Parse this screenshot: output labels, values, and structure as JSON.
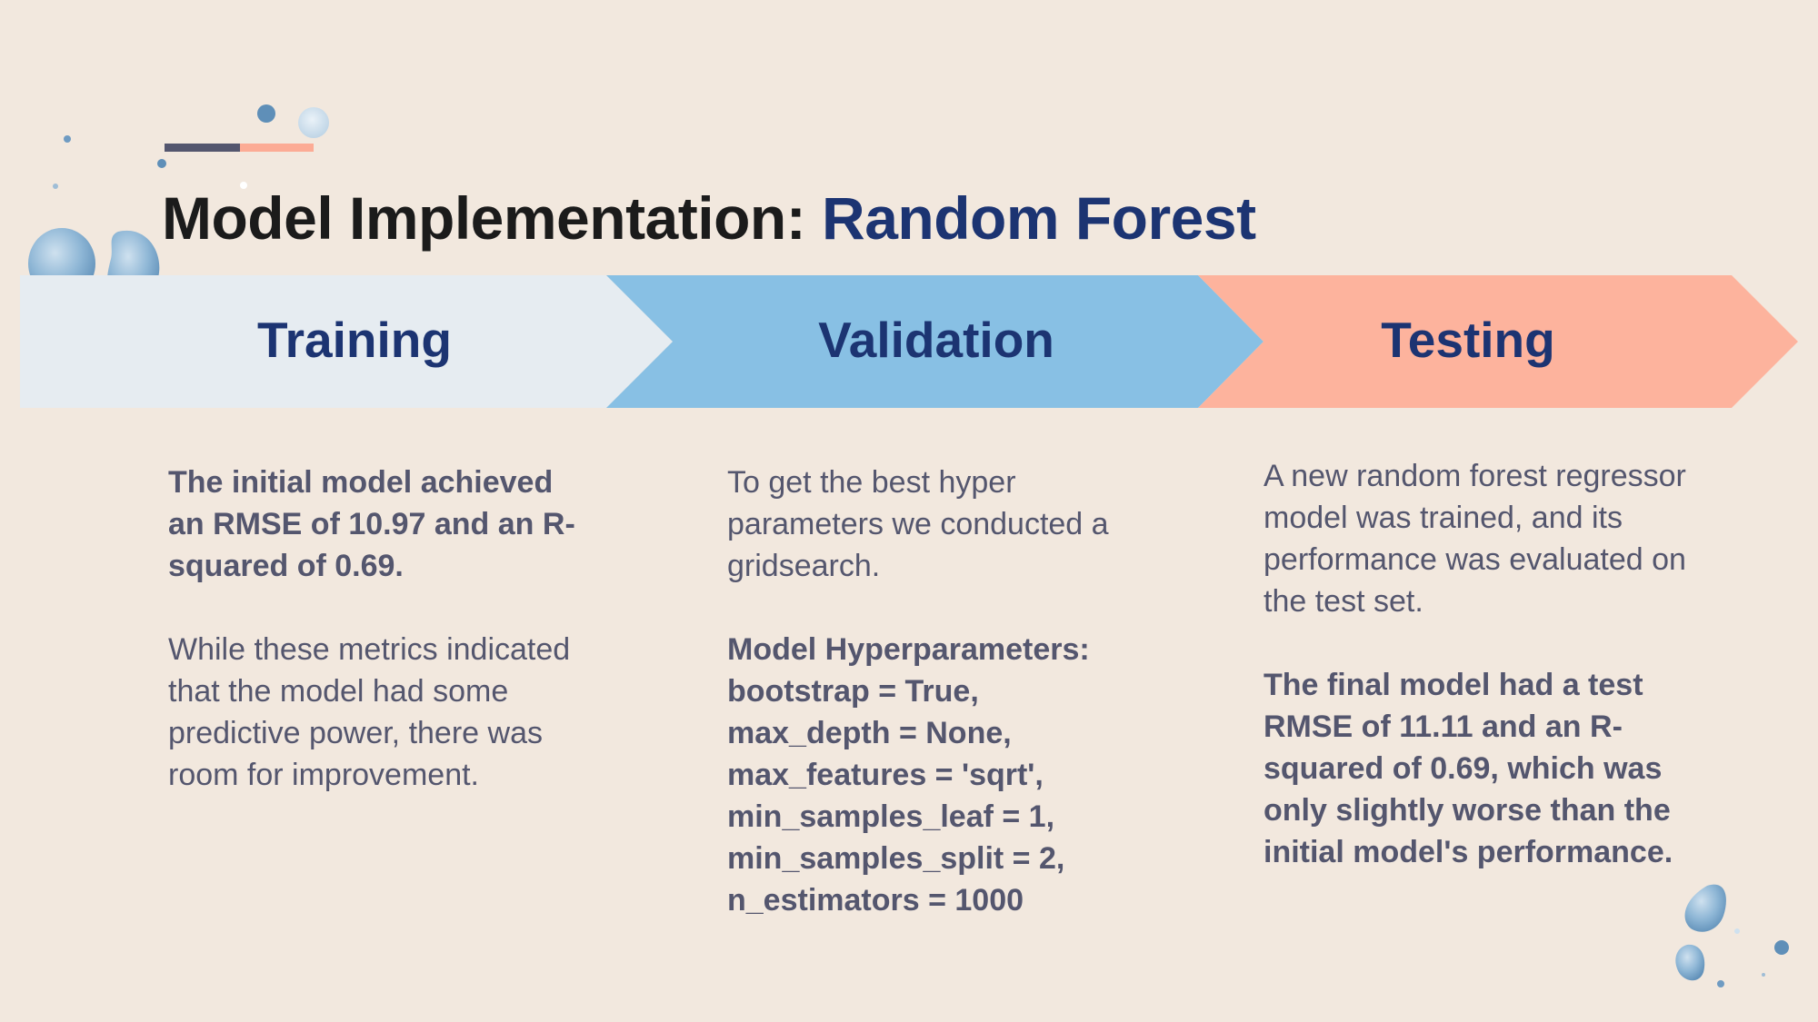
{
  "slide": {
    "title_main": "Model Implementation: ",
    "title_accent": "Random Forest",
    "colors": {
      "background": "#f2e8de",
      "title": "#1b1b1b",
      "accent_navy": "#1c3472",
      "body_text": "#54566e",
      "training_arrow": "#e6ecf1",
      "validation_arrow": "#88c0e4",
      "testing_arrow": "#fdb39d"
    }
  },
  "stages": [
    {
      "label": "Training",
      "paragraphs": [
        {
          "text": "The initial model achieved an RMSE of 10.97 and an R-squared of 0.69.",
          "bold": true
        },
        {
          "text": "While these metrics indicated that the model had some predictive power, there was room for improvement.",
          "bold": false
        }
      ]
    },
    {
      "label": "Validation",
      "paragraphs": [
        {
          "text": "To get the best hyper parameters we conducted a gridsearch.",
          "bold": false
        },
        {
          "text": "Model Hyperparameters:\nbootstrap = True,\nmax_depth = None,\nmax_features = 'sqrt',\nmin_samples_leaf = 1,\nmin_samples_split = 2,\nn_estimators = 1000",
          "bold": true
        }
      ]
    },
    {
      "label": "Testing",
      "paragraphs": [
        {
          "text": "A new random forest regressor model was trained, and its performance was evaluated on the test set.",
          "bold": false
        },
        {
          "text": "The final model had a test RMSE of 11.11 and an R-squared of 0.69, which was only slightly worse than the initial model's performance.",
          "bold": true
        }
      ]
    }
  ],
  "decorations": {
    "icons": [
      "watercolor-droplet-icon",
      "watercolor-dot-icon"
    ]
  }
}
